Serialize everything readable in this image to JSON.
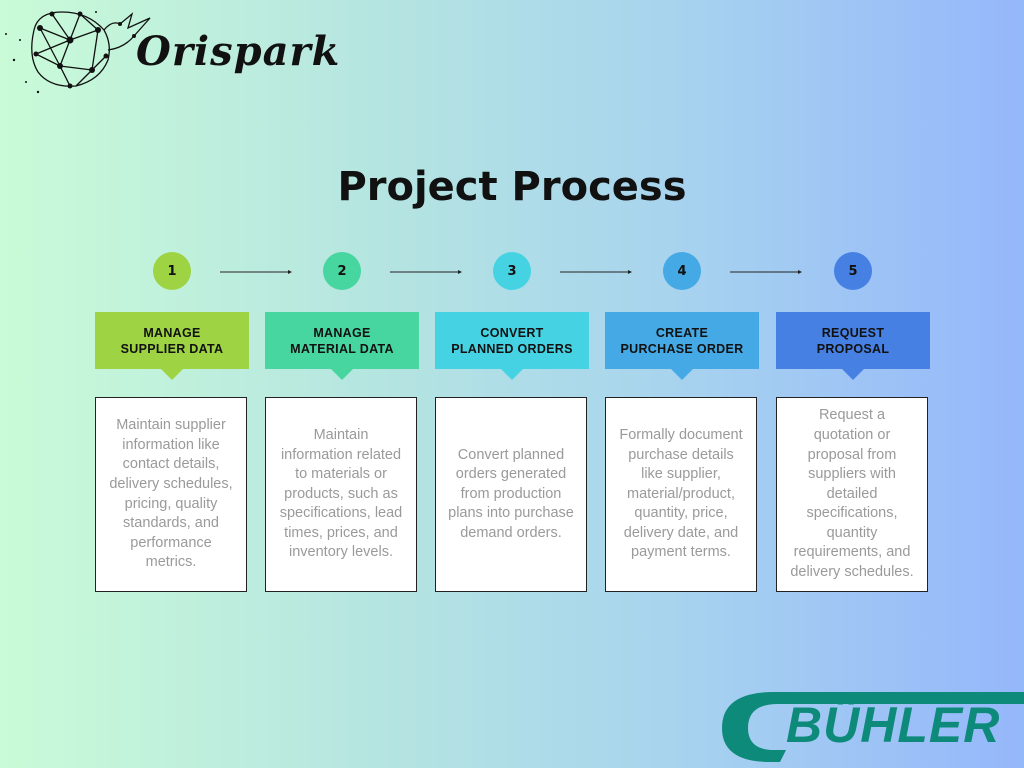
{
  "brand": {
    "name": "Orispark",
    "partner": "BÜHLER"
  },
  "title": "Project Process",
  "steps": [
    {
      "number": "1",
      "heading": "MANAGE\nSUPPLIER DATA",
      "description": "Maintain supplier information like contact details, delivery schedules, pricing, quality standards, and performance metrics.",
      "color": "#9ed343"
    },
    {
      "number": "2",
      "heading": "MANAGE\nMATERIAL DATA",
      "description": "Maintain information related to materials or products, such as specifications, lead times, prices, and inventory levels.",
      "color": "#47d6a0"
    },
    {
      "number": "3",
      "heading": "CONVERT\nPLANNED ORDERS",
      "description": "Convert planned orders generated from production plans into purchase demand orders.",
      "color": "#45d3e3"
    },
    {
      "number": "4",
      "heading": "CREATE\nPURCHASE ORDER",
      "description": "Formally document purchase details like supplier, material/product, quantity, price, delivery date, and payment terms.",
      "color": "#44a9e4"
    },
    {
      "number": "5",
      "heading": "REQUEST\nPROPOSAL",
      "description": "Request a quotation or proposal from suppliers with detailed specifications, quantity requirements, and delivery schedules.",
      "color": "#4680e3"
    }
  ]
}
